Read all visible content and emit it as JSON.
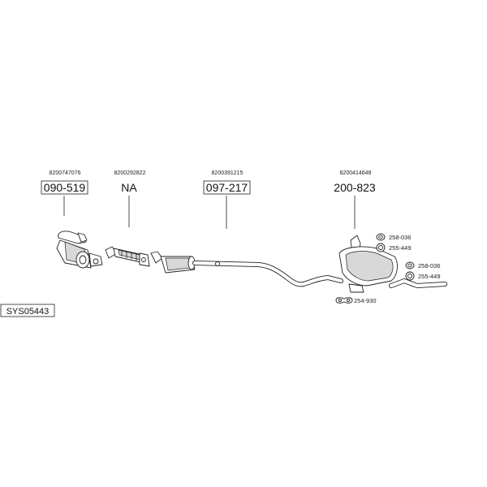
{
  "system_code": "SYS05443",
  "parts": [
    {
      "id": "p1",
      "oe_number": "8200747076",
      "part_number": "090-519",
      "boxed": true
    },
    {
      "id": "p2",
      "oe_number": "8200292822",
      "part_number": "NA",
      "boxed": false
    },
    {
      "id": "p3",
      "oe_number": "8200391215",
      "part_number": "097-217",
      "boxed": true
    },
    {
      "id": "p4",
      "oe_number": "8200414648",
      "part_number": "200-823",
      "boxed": false
    }
  ],
  "accessories": [
    {
      "part_number": "258-036",
      "icon": "rubber-mount-icon"
    },
    {
      "part_number": "255-449",
      "icon": "clamp-ring-icon"
    },
    {
      "part_number": "258-036",
      "icon": "rubber-mount-icon"
    },
    {
      "part_number": "255-449",
      "icon": "clamp-ring-icon"
    },
    {
      "part_number": "254-930",
      "icon": "gasket-icon"
    }
  ]
}
